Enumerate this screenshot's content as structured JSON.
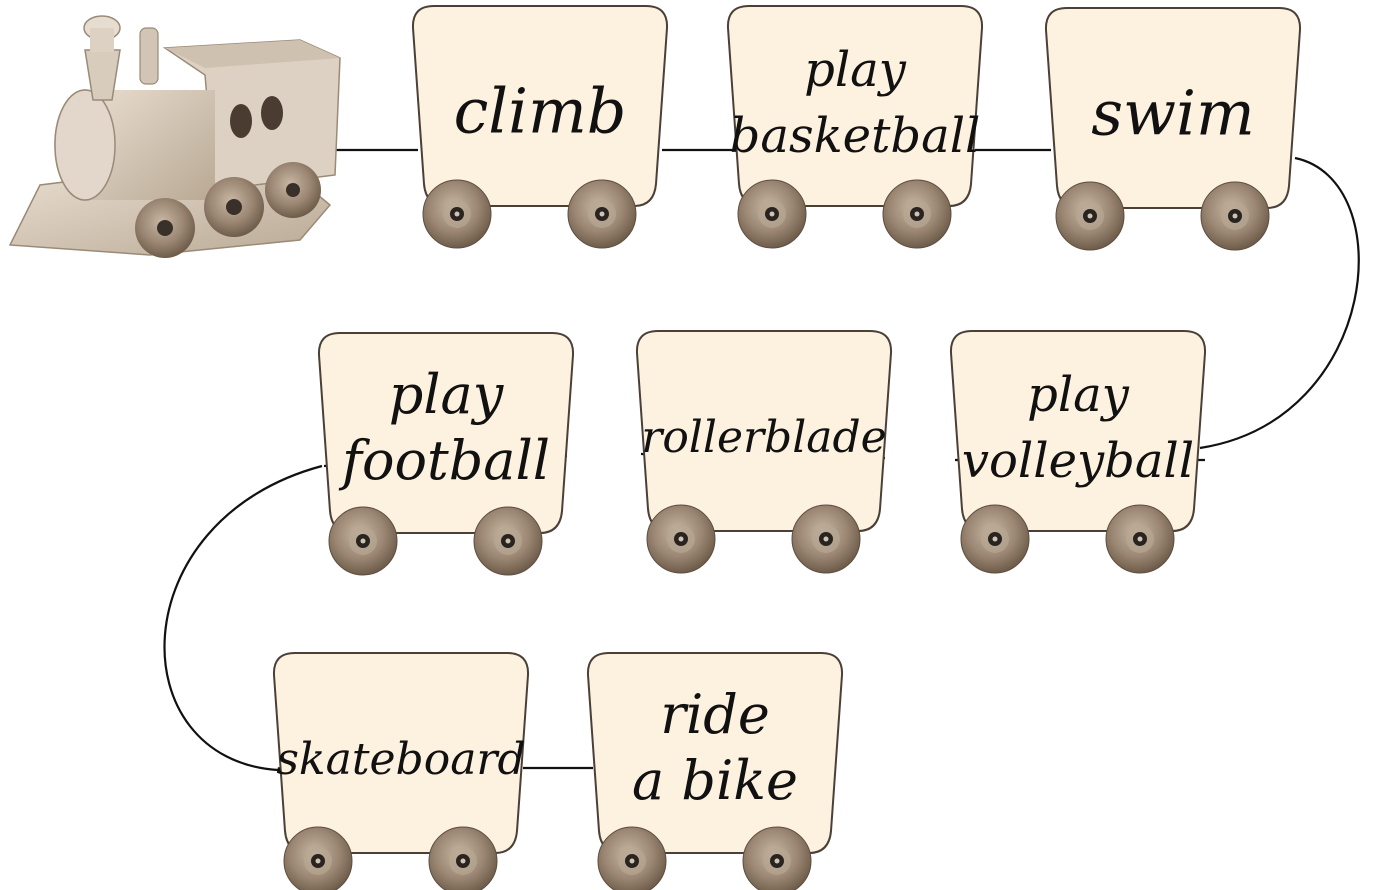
{
  "wagons": [
    {
      "lines": [
        "climb"
      ]
    },
    {
      "lines": [
        "play",
        "basketball"
      ]
    },
    {
      "lines": [
        "swim"
      ]
    },
    {
      "lines": [
        "play",
        "volleyball"
      ]
    },
    {
      "lines": [
        "rollerblade"
      ]
    },
    {
      "lines": [
        "play",
        "football"
      ]
    },
    {
      "lines": [
        "skateboard"
      ]
    },
    {
      "lines": [
        "ride",
        "a bike"
      ]
    }
  ],
  "colors": {
    "wagon_fill": "#fdf1e0",
    "wagon_stroke": "#4a4038",
    "rope": "#111111",
    "wood_light": "#dcd0c2",
    "wood_dark": "#8a7866",
    "wheel_outer": "#7d6a58",
    "wheel_inner": "#b7a793",
    "axle": "#2a2420"
  }
}
